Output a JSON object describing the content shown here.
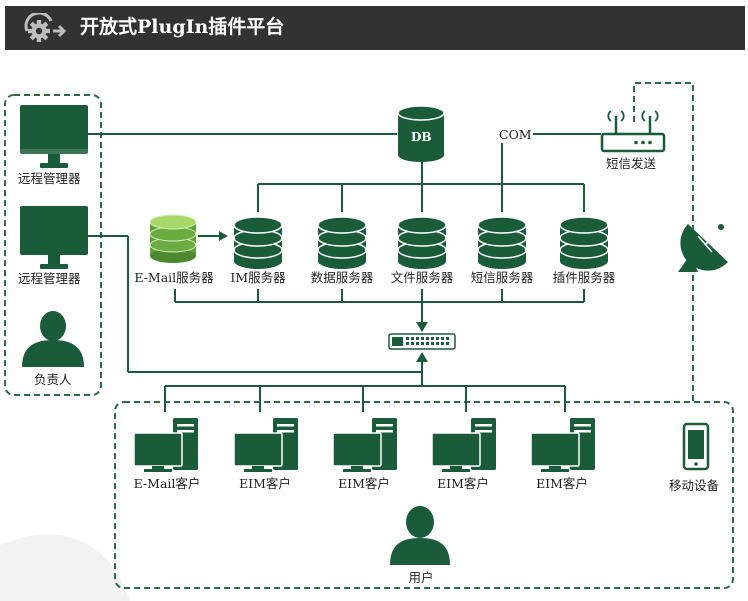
{
  "header": {
    "title": "开放式PlugIn插件平台",
    "icon": "gear-arrow-icon"
  },
  "colors": {
    "primary": "#1a5c3a",
    "header_bg": "#323232",
    "header_text": "#ffffff",
    "dashed_border": "#2d6b46",
    "email_server_green": "#7ab648"
  },
  "nodes": {
    "remote_admin_1": "远程管理器",
    "remote_admin_2": "远程管理器",
    "owner": "负责人",
    "db": "DB",
    "com": "COM",
    "sms_send": "短信发送",
    "email_server": "E-Mail服务器",
    "im_server": "IM服务器",
    "data_server": "数据服务器",
    "file_server": "文件服务器",
    "sms_server": "短信服务器",
    "plugin_server": "插件服务器",
    "clients": [
      "E-Mail客户",
      "EIM客户",
      "EIM客户",
      "EIM客户",
      "EIM客户"
    ],
    "mobile_device": "移动设备",
    "user": "用户"
  }
}
